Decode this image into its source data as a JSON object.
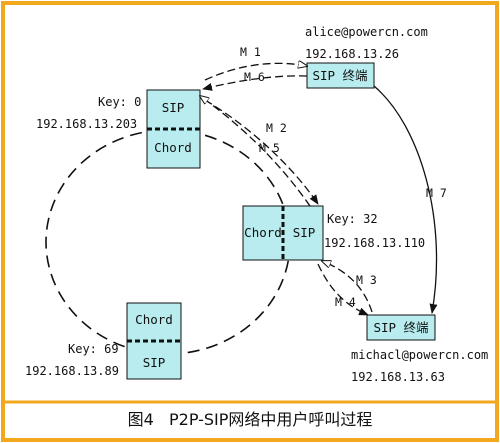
{
  "colors": {
    "frame": "#f2a81d",
    "node_fill": "#b8ecef",
    "line": "#111111"
  },
  "nodes": {
    "key0": {
      "top_label": "SIP",
      "bottom_label": "Chord",
      "key": "Key: 0",
      "ip": "192.168.13.203"
    },
    "key32": {
      "left_label": "Chord",
      "right_label": "SIP",
      "key": "Key: 32",
      "ip": "192.168.13.110"
    },
    "key69": {
      "top_label": "Chord",
      "bottom_label": "SIP",
      "key": "Key: 69",
      "ip": "192.168.13.89"
    },
    "alice": {
      "label": "SIP 终端",
      "email": "alice@powercn.com",
      "ip": "192.168.13.26"
    },
    "michael": {
      "label": "SIP 终端",
      "email": "michacl@powercn.com",
      "ip": "192.168.13.63"
    }
  },
  "messages": {
    "m1": "M 1",
    "m2": "M 2",
    "m3": "M 3",
    "m4": "M 4",
    "m5": "M 5",
    "m6": "M 6",
    "m7": "M 7"
  },
  "caption": "图4   P2P-SIP网络中用户呼叫过程"
}
